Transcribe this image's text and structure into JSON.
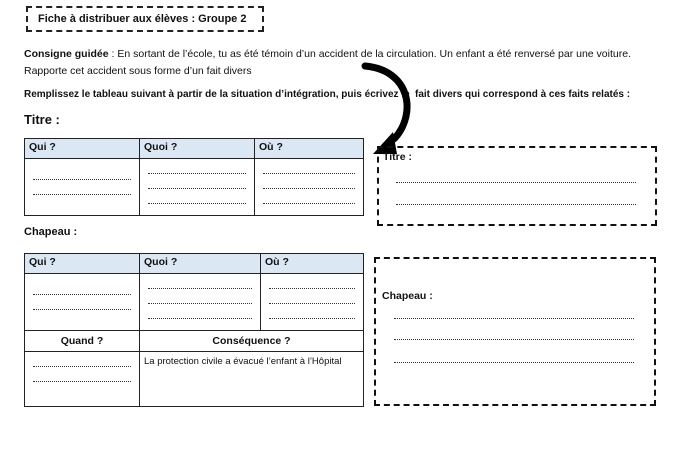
{
  "header": {
    "title": "Fiche à distribuer aux élèves : Groupe 2"
  },
  "instructions": {
    "guided_label": "Consigne guidée",
    "guided_text": " : En sortant de l’école, tu as été témoin d’un accident de la circulation. Un enfant a été renversé par une voiture.",
    "guided_text_line2": "Rapporte cet accident sous forme d’un fait divers",
    "task_part1": "Remplissez le tableau suivant à partir de la situation d’intégration, puis écrivez le",
    "task_part2": "fait divers qui correspond à ces faits relatés :"
  },
  "section_titre": {
    "heading": "Titre :",
    "columns": [
      "Qui ?",
      "Quoi ?",
      "Où ?"
    ]
  },
  "section_chapeau": {
    "heading": "Chapeau :",
    "columns": [
      "Qui ?",
      "Quoi ?",
      "Où ?"
    ],
    "sub_columns": [
      "Quand ?",
      "Conséquence ?"
    ],
    "consequence_text": "La protection civile a évacué l’enfant à l’Hôpital"
  },
  "right_boxes": {
    "titre_label": "Titre :",
    "chapeau_label": "Chapeau :"
  }
}
